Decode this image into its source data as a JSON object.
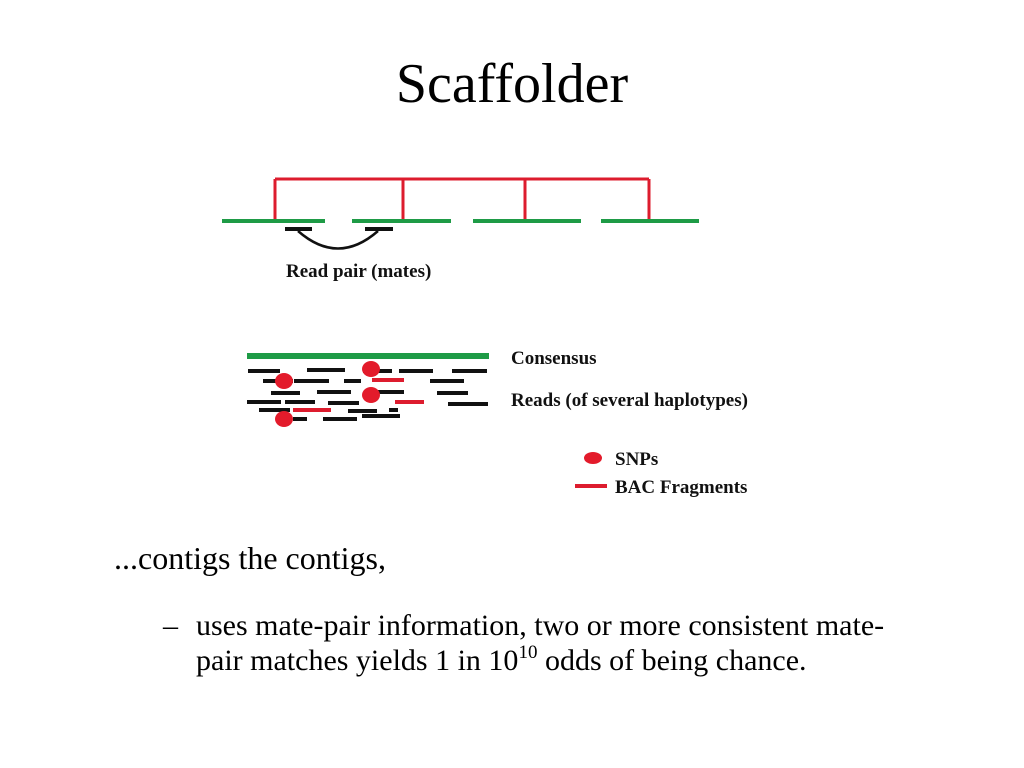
{
  "slide": {
    "title": "Scaffolder",
    "bullet": "...contigs the contigs,",
    "sub_bullet": {
      "dash": "–",
      "text_before": "uses mate-pair information, two or more consistent mate-pair matches yields 1 in 10",
      "exponent": "10",
      "text_after": " odds of being chance."
    }
  },
  "diagram": {
    "labels": {
      "read_pair": "Read pair (mates)",
      "consensus": "Consensus",
      "reads": "Reads (of several haplotypes)"
    },
    "legend": [
      {
        "symbol": "dot",
        "label": "SNPs"
      },
      {
        "symbol": "line",
        "label": "BAC Fragments"
      }
    ],
    "colors": {
      "contig": "#1e9b46",
      "bac": "#dd1c2e",
      "read": "#111111",
      "snp": "#e31b2b"
    }
  }
}
